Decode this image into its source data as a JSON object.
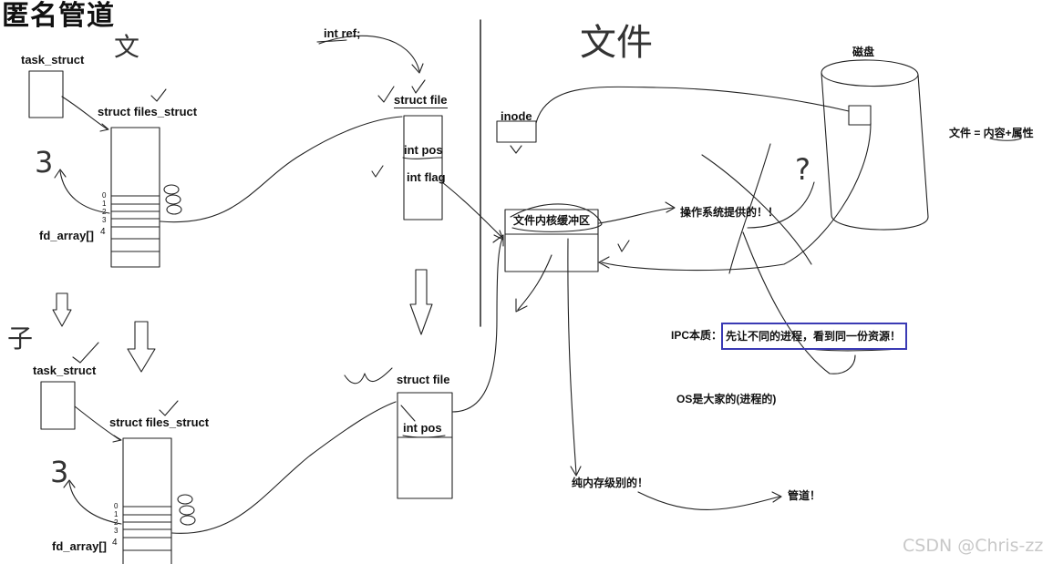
{
  "title": "匿名管道",
  "process_parent": {
    "task_struct": "task_struct",
    "files_struct": "struct files_struct",
    "fd_array": "fd_array[]",
    "fd_indices": [
      "0",
      "1",
      "2",
      "3",
      "4"
    ]
  },
  "process_child": {
    "task_struct": "task_struct",
    "files_struct": "struct files_struct",
    "fd_array": "fd_array[]",
    "fd_indices": [
      "0",
      "1",
      "2",
      "3",
      "4"
    ]
  },
  "file_top": {
    "ref": "int ref;",
    "name": "struct file",
    "pos": "int pos",
    "flag": "int flag"
  },
  "file_bottom": {
    "name": "struct file",
    "pos": "int pos"
  },
  "inode": "inode",
  "kernel_buffer": "文件内核缓冲区",
  "disk": "磁盘",
  "file_def": "文件 = 内容+属性",
  "os_provides": "操作系统提供的！！",
  "ipc_label": "IPC本质：",
  "ipc_text": "先让不同的进程，看到同一份资源！",
  "os_shared": "OS是大家的(进程的)",
  "memory_level": "纯内存级别的！",
  "pipe": "管道！",
  "watermark": "CSDN @Chris-zz",
  "handwriting": {
    "wen": "文",
    "wenjian": "文件",
    "zi": "子",
    "three_top": "3",
    "three_bottom": "3",
    "question": "?"
  }
}
